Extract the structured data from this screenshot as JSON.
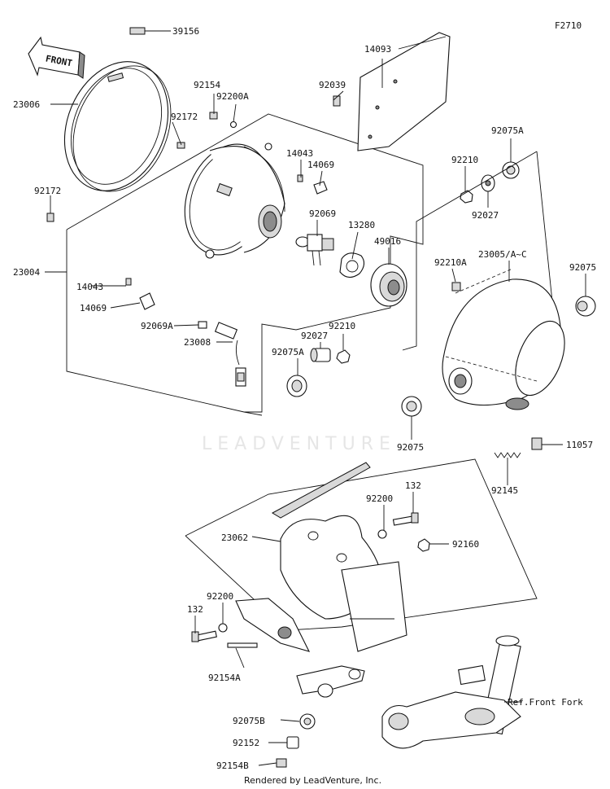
{
  "figure_code": "F2710",
  "front_label": "FRONT",
  "watermark": "LEADVENTURE",
  "footer": "Rendered by LeadVenture, Inc.",
  "reference_note": "Ref.Front Fork",
  "parts": {
    "p39156": "39156",
    "p23006": "23006",
    "p92154": "92154",
    "p92200A": "92200A",
    "p92172a": "92172",
    "p92172b": "92172",
    "p14093": "14093",
    "p92039": "92039",
    "p92075A": "92075A",
    "p92210": "92210",
    "p92027": "92027",
    "p14043a": "14043",
    "p14069a": "14069",
    "p92069": "92069",
    "p13280": "13280",
    "p49016": "49016",
    "p23004": "23004",
    "p14043b": "14043",
    "p14069b": "14069",
    "p92069A": "92069A",
    "p23008": "23008",
    "p92075A_2": "92075A",
    "p92027_2": "92027",
    "p92210_2": "92210",
    "p92210A": "92210A",
    "p23005": "23005/A~C",
    "p92075": "92075",
    "p92075_2": "92075",
    "p11057": "11057",
    "p92145": "92145",
    "p132a": "132",
    "p92200a": "92200",
    "p23062": "23062",
    "p92160": "92160",
    "p92200b": "92200",
    "p132b": "132",
    "p92154A": "92154A",
    "p92075B": "92075B",
    "p92152": "92152",
    "p92154B": "92154B"
  }
}
